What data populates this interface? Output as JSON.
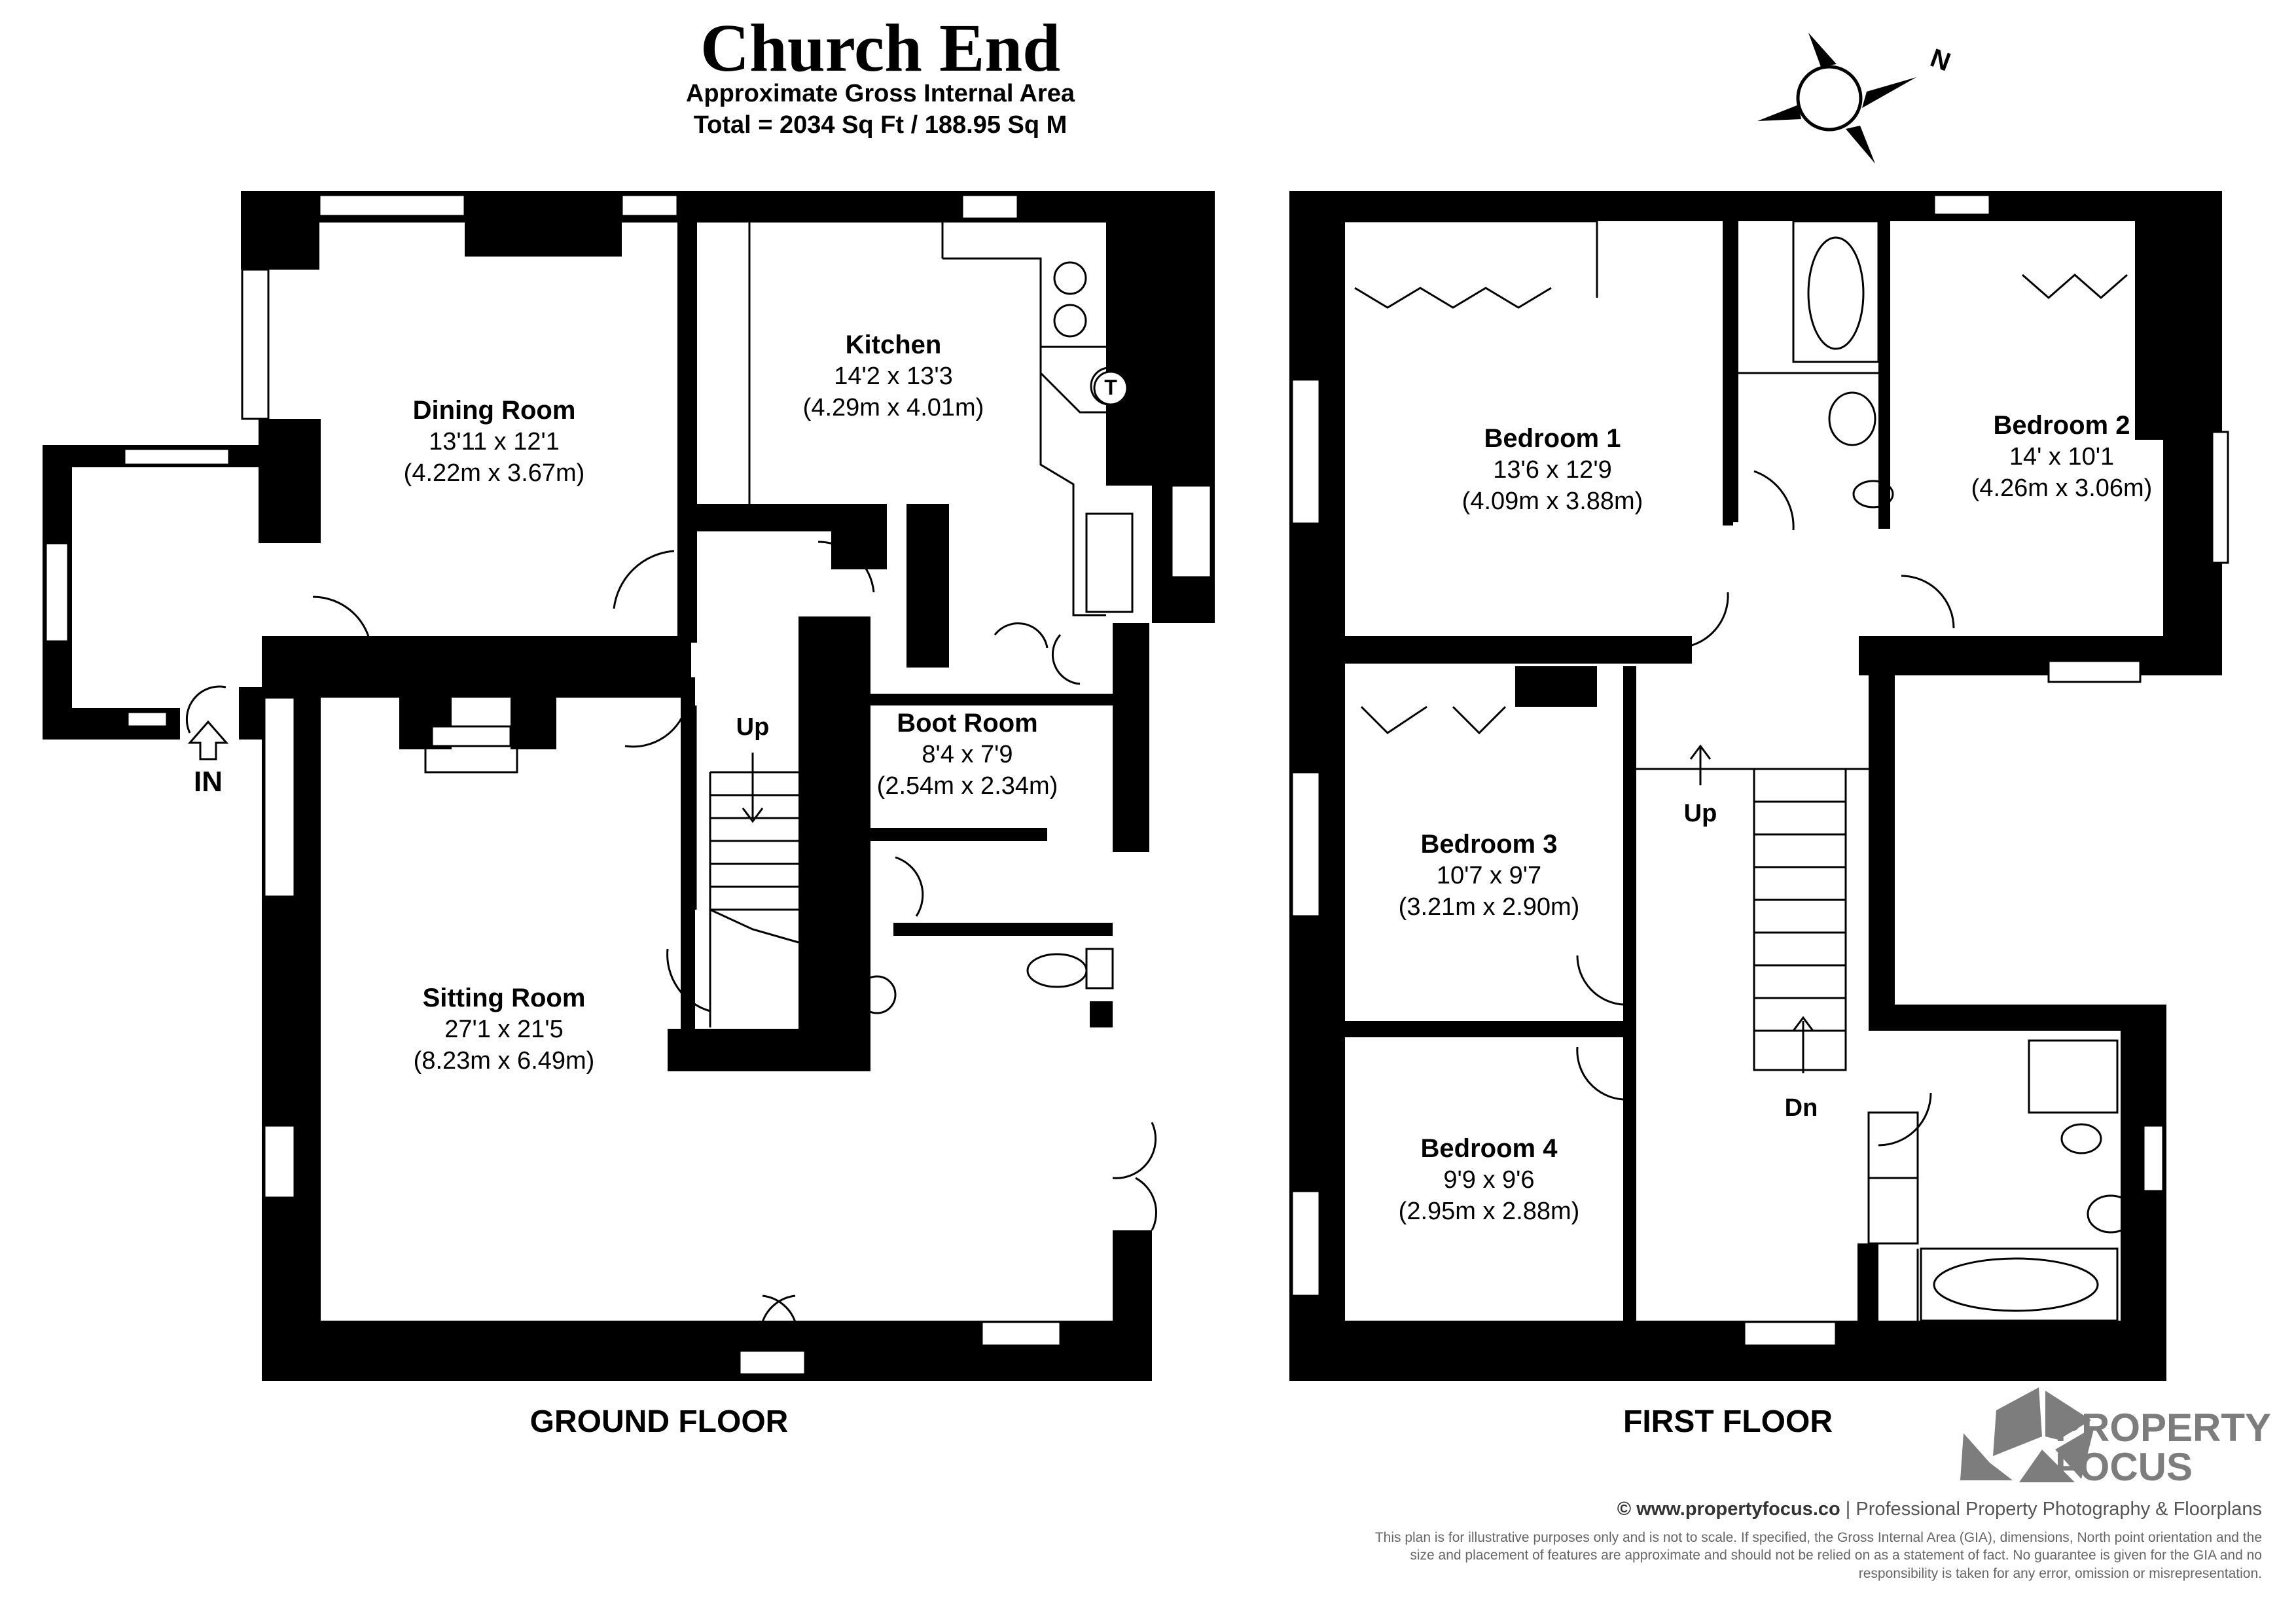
{
  "title": "Church End",
  "subtitle": "Approximate Gross Internal Area",
  "total": "Total = 2034 Sq Ft / 188.95 Sq M",
  "north": "N",
  "floors": {
    "ground": "GROUND FLOOR",
    "first": "FIRST FLOOR"
  },
  "entrance": "IN",
  "rooms": {
    "dining": {
      "name": "Dining Room",
      "imperial": "13'11 x 12'1",
      "metric": "(4.22m x 3.67m)"
    },
    "kitchen": {
      "name": "Kitchen",
      "imperial": "14'2 x 13'3",
      "metric": "(4.29m x 4.01m)"
    },
    "boot": {
      "name": "Boot Room",
      "imperial": "8'4 x 7'9",
      "metric": "(2.54m x 2.34m)"
    },
    "sitting": {
      "name": "Sitting Room",
      "imperial": "27'1 x 21'5",
      "metric": "(8.23m x 6.49m)"
    },
    "bed1": {
      "name": "Bedroom 1",
      "imperial": "13'6 x 12'9",
      "metric": "(4.09m x 3.88m)"
    },
    "bed2": {
      "name": "Bedroom 2",
      "imperial": "14' x 10'1",
      "metric": "(4.26m x 3.06m)"
    },
    "bed3": {
      "name": "Bedroom 3",
      "imperial": "10'7 x 9'7",
      "metric": "(3.21m x 2.90m)"
    },
    "bed4": {
      "name": "Bedroom 4",
      "imperial": "9'9 x 9'6",
      "metric": "(2.95m x 2.88m)"
    }
  },
  "stairs": {
    "ground_up": "Up",
    "first_up": "Up",
    "first_down": "Dn"
  },
  "tank_label": "T",
  "brand": {
    "line1": "PROPERTY",
    "line2": "FOCUS"
  },
  "credit": {
    "site": "© www.propertyfocus.co",
    "separator": " | ",
    "tagline": "Professional Property Photography & Floorplans"
  },
  "disclaimer": "This plan is for illustrative purposes only and is not to scale. If specified, the Gross Internal Area (GIA), dimensions, North point orientation and the size and placement of features are approximate and should not be relied on as a statement of fact. No guarantee is given for the GIA and no responsibility is taken for any error, omission or misrepresentation.",
  "colors": {
    "wall": "#000000",
    "logo": "#7d7d7d",
    "text": "#000000"
  }
}
